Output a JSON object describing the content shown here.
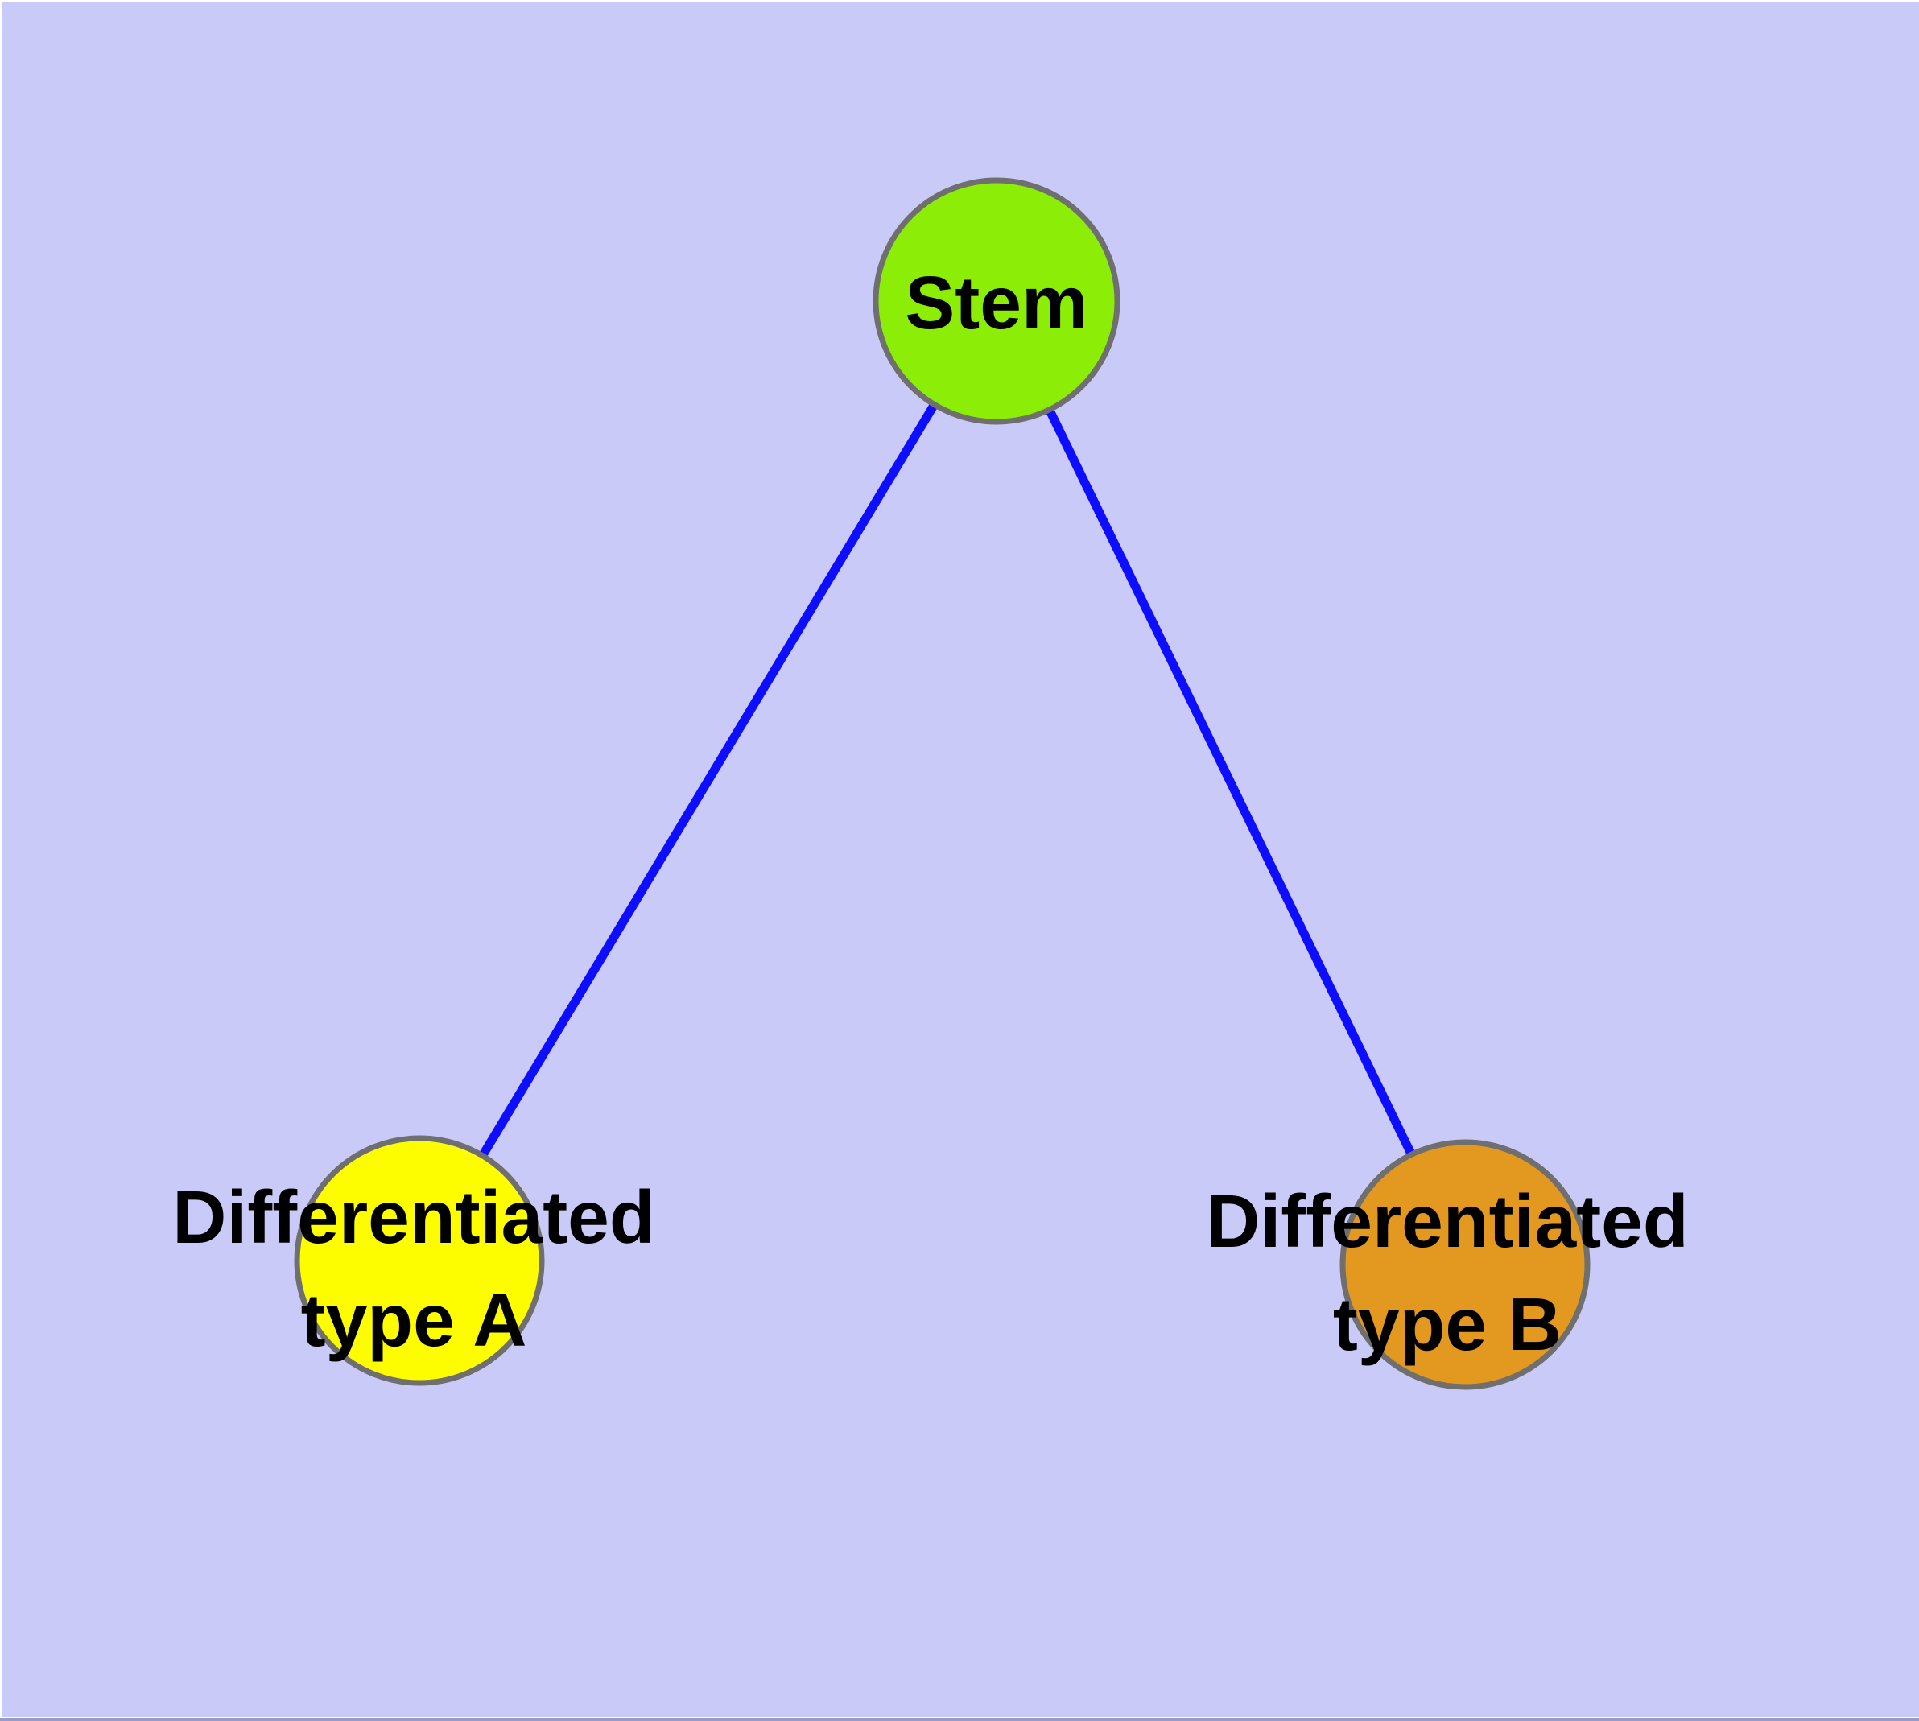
{
  "diagram": {
    "type": "graph",
    "description": "Stem cell differentiation tree: one stem node connected to two differentiated cell type nodes",
    "nodes": [
      {
        "id": "stem",
        "label": "Stem",
        "fill": "#8ced06"
      },
      {
        "id": "type_a",
        "label_line1": "Differentiated",
        "label_line2": "type A",
        "fill": "#fdfd00"
      },
      {
        "id": "type_b",
        "label_line1": "Differentiated",
        "label_line2": "type B",
        "fill": "#e3991f"
      }
    ],
    "edges": [
      {
        "from": "stem",
        "to": "type_a"
      },
      {
        "from": "stem",
        "to": "type_b"
      }
    ]
  },
  "colors": {
    "background": "#cacaf9",
    "frame_margin": "#ffffff",
    "bottom_strip": "#9b9bc9",
    "node_border": "#6f6f6f",
    "edge": "#0d0dff",
    "text": "#000000"
  }
}
